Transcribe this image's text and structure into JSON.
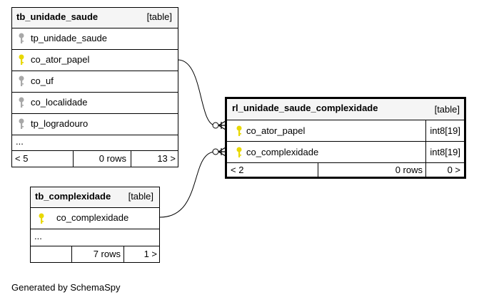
{
  "tb_unidade_saude": {
    "name": "tb_unidade_saude",
    "tag": "[table]",
    "columns": [
      {
        "name": "tp_unidade_saude",
        "key": "gray"
      },
      {
        "name": "co_ator_papel",
        "key": "yellow"
      },
      {
        "name": "co_uf",
        "key": "gray"
      },
      {
        "name": "co_localidade",
        "key": "gray"
      },
      {
        "name": "tp_logradouro",
        "key": "gray"
      }
    ],
    "more": "...",
    "footer": {
      "parents": "< 5",
      "rows": "0 rows",
      "children": "13 >"
    }
  },
  "tb_complexidade": {
    "name": "tb_complexidade",
    "tag": "[table]",
    "columns": [
      {
        "name": "co_complexidade",
        "key": "yellow"
      }
    ],
    "more": "...",
    "footer": {
      "parents": "",
      "rows": "7 rows",
      "children": "1 >"
    }
  },
  "rl_unidade_saude_complexidade": {
    "name": "rl_unidade_saude_complexidade",
    "tag": "[table]",
    "columns": [
      {
        "name": "co_ator_papel",
        "key": "yellow",
        "type": "int8[19]"
      },
      {
        "name": "co_complexidade",
        "key": "yellow",
        "type": "int8[19]"
      }
    ],
    "footer": {
      "parents": "< 2",
      "rows": "0 rows",
      "children": "0 >"
    }
  },
  "credit": "Generated by SchemaSpy",
  "colors": {
    "key_yellow": "#e8d800",
    "key_gray": "#a8a8a8",
    "header_bg": "#f5f5f5"
  }
}
